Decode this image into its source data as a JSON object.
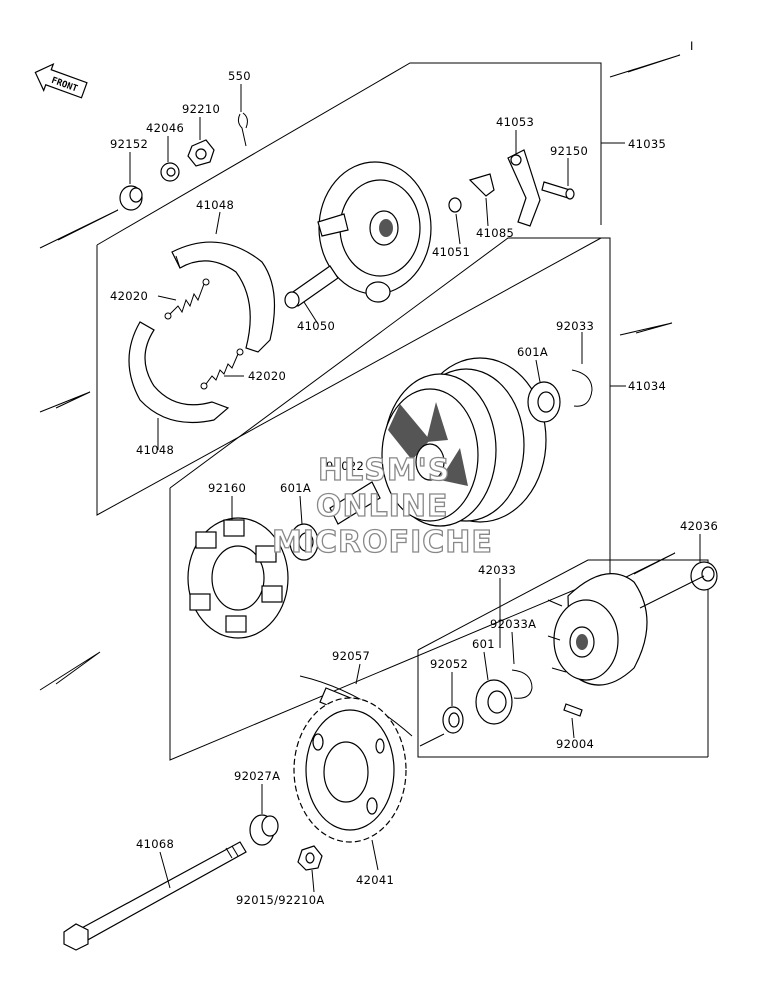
{
  "header": {
    "page_mark": "I",
    "front_label": "FRONT"
  },
  "labels": {
    "p550": "550",
    "p92210": "92210",
    "p42046": "42046",
    "p92152": "92152",
    "p41053": "41053",
    "p92150": "92150",
    "p41035": "41035",
    "p41048_top": "41048",
    "p42020_top": "42020",
    "p41050": "41050",
    "p41051": "41051",
    "p41085": "41085",
    "p42020_bottom": "42020",
    "p41048_bottom": "41048",
    "p92033": "92033",
    "p601A_right": "601A",
    "p41034": "41034",
    "p92160": "92160",
    "p601A_left": "601A",
    "p92022": "92022",
    "p42036": "42036",
    "p42033": "42033",
    "p92057": "92057",
    "p92033A": "92033A",
    "p601": "601",
    "p92052": "92052",
    "p92004": "92004",
    "p92027A": "92027A",
    "p41068": "41068",
    "p42041": "42041",
    "p92015": "92015/92210A"
  },
  "watermark": {
    "line1": "HLSM'S",
    "line2": "ONLINE",
    "line3": "MICROFICHE"
  }
}
